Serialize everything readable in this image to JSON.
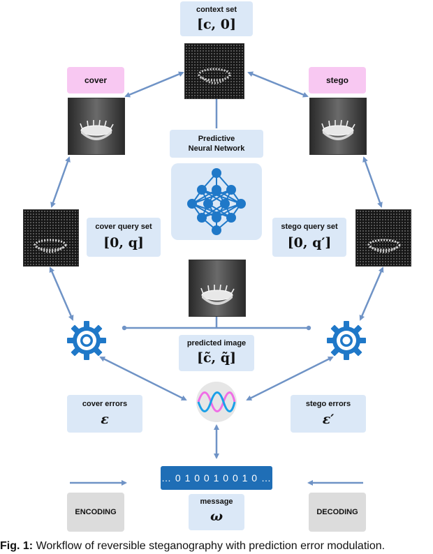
{
  "context_set": {
    "label": "context set",
    "math": "[c, 0]"
  },
  "cover": {
    "label": "cover"
  },
  "stego": {
    "label": "stego"
  },
  "network": {
    "label_line1": "Predictive",
    "label_line2": "Neural Network"
  },
  "cover_query": {
    "label": "cover query set",
    "math": "[0, q]"
  },
  "stego_query": {
    "label": "stego query set",
    "math": "[0, q′]"
  },
  "predicted": {
    "label": "predicted image",
    "math": "[c̃, q̃]"
  },
  "cover_errors": {
    "label": "cover errors",
    "math": "ε"
  },
  "stego_errors": {
    "label": "stego errors",
    "math": "ε′"
  },
  "message_bits": "… 0 1 0 0 1 0 0 1 0 …",
  "message": {
    "label": "message",
    "math": "ω"
  },
  "encoding": {
    "label": "ENCODING"
  },
  "decoding": {
    "label": "DECODING"
  },
  "caption": {
    "prefix": "Fig. 1:",
    "text": "Workflow of reversible steganography with prediction error modulation."
  },
  "colors": {
    "arrow": "#6f93c6",
    "box": "#dbe8f7",
    "pink": "#f8c8f2",
    "accent": "#1f78c8",
    "wave_blue": "#1aa0e8",
    "wave_pink": "#f06ee6"
  },
  "icons": [
    "neural-network-icon",
    "gear-icon",
    "wave-icon"
  ]
}
